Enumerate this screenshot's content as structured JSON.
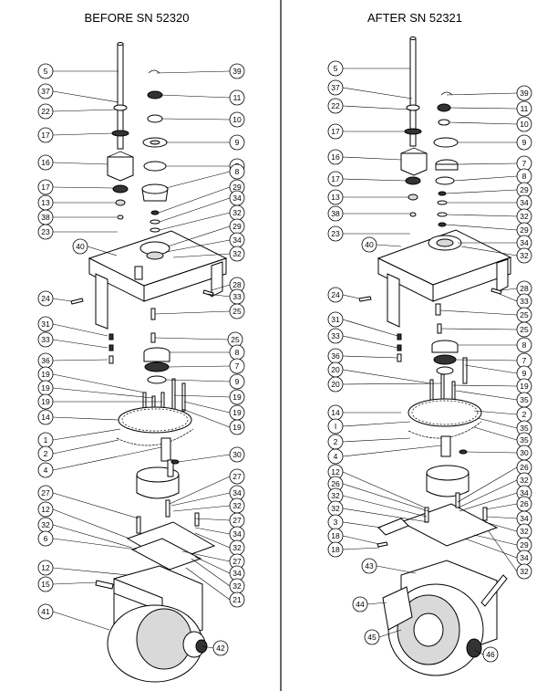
{
  "diagram": {
    "left_title": "BEFORE SN 52320",
    "right_title": "AFTER SN 52321",
    "left_callouts": [
      "5",
      "39",
      "37",
      "11",
      "22",
      "10",
      "17",
      "9",
      "16",
      "7",
      "8",
      "17",
      "29",
      "13",
      "34",
      "32",
      "38",
      "29",
      "23",
      "34",
      "40",
      "32",
      "28",
      "24",
      "33",
      "25",
      "31",
      "25",
      "33",
      "8",
      "36",
      "7",
      "9",
      "19",
      "19",
      "19",
      "19",
      "19",
      "14",
      "19",
      "1",
      "2",
      "30",
      "4",
      "27",
      "27",
      "34",
      "32",
      "12",
      "27",
      "32",
      "34",
      "6",
      "32",
      "27",
      "12",
      "34",
      "15",
      "32",
      "21",
      "41",
      "42"
    ],
    "right_callouts": [
      "5",
      "39",
      "37",
      "11",
      "22",
      "10",
      "17",
      "9",
      "16",
      "7",
      "17",
      "8",
      "29",
      "13",
      "34",
      "38",
      "32",
      "29",
      "23",
      "34",
      "40",
      "32",
      "28",
      "24",
      "33",
      "25",
      "31",
      "25",
      "33",
      "8",
      "36",
      "7",
      "20",
      "9",
      "20",
      "19",
      "35",
      "14",
      "2",
      "I",
      "35",
      "2",
      "35",
      "30",
      "4",
      "12",
      "26",
      "26",
      "32",
      "34",
      "32",
      "32",
      "26",
      "3",
      "34",
      "32",
      "18",
      "29",
      "18",
      "34",
      "43",
      "32",
      "44",
      "45",
      "46"
    ]
  }
}
